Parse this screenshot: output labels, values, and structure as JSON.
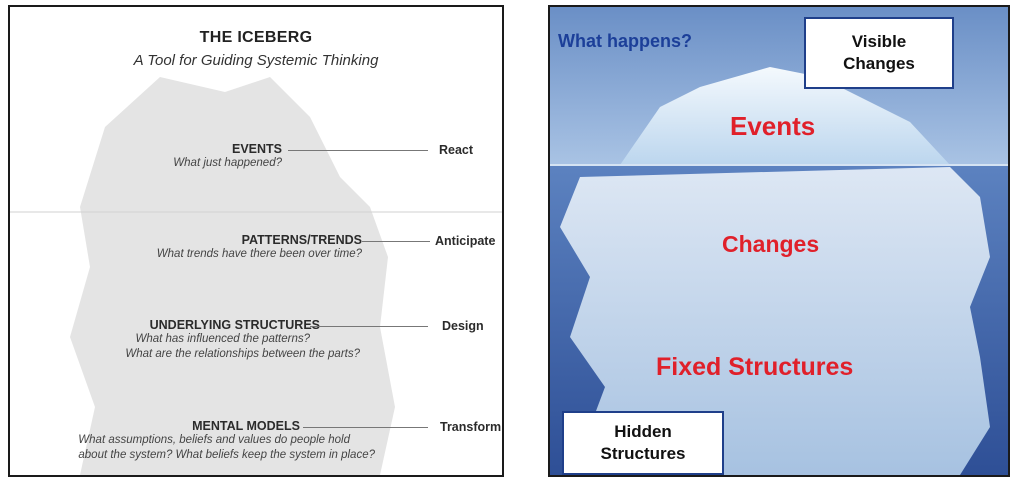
{
  "left_panel": {
    "title": "THE ICEBERG",
    "subtitle": "A Tool for Guiding Systemic Thinking",
    "levels": [
      {
        "title": "EVENTS",
        "questions": [
          "What just happened?"
        ],
        "action": "React"
      },
      {
        "title": "PATTERNS/TRENDS",
        "questions": [
          "What trends have there been over time?"
        ],
        "action": "Anticipate"
      },
      {
        "title": "UNDERLYING STRUCTURES",
        "questions": [
          "What has influenced the patterns?",
          "What are the relationships between the parts?"
        ],
        "action": "Design"
      },
      {
        "title": "MENTAL MODELS",
        "questions": [
          "What assumptions, beliefs and values do people hold",
          "about the system? What beliefs keep the system in place?"
        ],
        "action": "Transform"
      }
    ]
  },
  "right_panel": {
    "header": "What happens?",
    "visible_box": [
      "Visible",
      "Changes"
    ],
    "hidden_box": [
      "Hidden",
      "Structures"
    ],
    "layers": [
      "Events",
      "Changes",
      "Fixed Structures"
    ]
  },
  "colors": {
    "water": "#6f93c8",
    "ice": "#e6f1fa",
    "layer_text": "#e0202a",
    "header_text": "#1c3f99",
    "box_border": "#1f3f8a"
  }
}
